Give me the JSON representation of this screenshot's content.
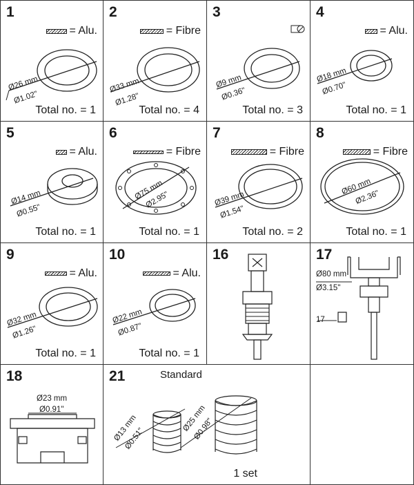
{
  "parts": [
    {
      "num": "1",
      "material": "= Alu.",
      "dia_mm": "Ø26 mm",
      "dia_in": "Ø1.02\"",
      "total": "Total no. = 1"
    },
    {
      "num": "2",
      "material": "= Fibre",
      "dia_mm": "Ø33 mm",
      "dia_in": "Ø1.28\"",
      "total": "Total no. = 4"
    },
    {
      "num": "3",
      "dia_mm": "Ø9 mm",
      "dia_in": "Ø0.36\"",
      "total": "Total no. = 3"
    },
    {
      "num": "4",
      "material": "= Alu.",
      "dia_mm": "Ø18 mm",
      "dia_in": "Ø0.70\"",
      "total": "Total no. = 1"
    },
    {
      "num": "5",
      "material": "= Alu.",
      "dia_mm": "Ø14 mm",
      "dia_in": "Ø0.55\"",
      "total": "Total no. = 1"
    },
    {
      "num": "6",
      "material": "= Fibre",
      "dia_mm": "Ø75 mm",
      "dia_in": "Ø2.95\"",
      "total": "Total no. = 1"
    },
    {
      "num": "7",
      "material": "= Fibre",
      "dia_mm": "Ø39 mm",
      "dia_in": "Ø1.54\"",
      "total": "Total no. = 2"
    },
    {
      "num": "8",
      "material": "= Fibre",
      "dia_mm": "Ø60 mm",
      "dia_in": "Ø2.36\"",
      "total": "Total no. = 1"
    },
    {
      "num": "9",
      "material": "= Alu.",
      "dia_mm": "Ø32 mm",
      "dia_in": "Ø1.26\"",
      "total": "Total no. = 1"
    },
    {
      "num": "10",
      "material": "= Alu.",
      "dia_mm": "Ø22 mm",
      "dia_in": "Ø0.87\"",
      "total": "Total no. = 1"
    },
    {
      "num": "16"
    },
    {
      "num": "17",
      "dia_mm": "Ø80 mm",
      "dia_in": "Ø3.15\"",
      "callout": "17"
    },
    {
      "num": "18",
      "dia_mm": "Ø23 mm",
      "dia_in": "Ø0.91\""
    },
    {
      "num": "21",
      "header": "Standard",
      "spring_small_mm": "Ø13 mm",
      "spring_small_in": "Ø0.51\"",
      "spring_large_mm": "Ø25 mm",
      "spring_large_in": "Ø0.98\"",
      "total": "1 set"
    }
  ]
}
